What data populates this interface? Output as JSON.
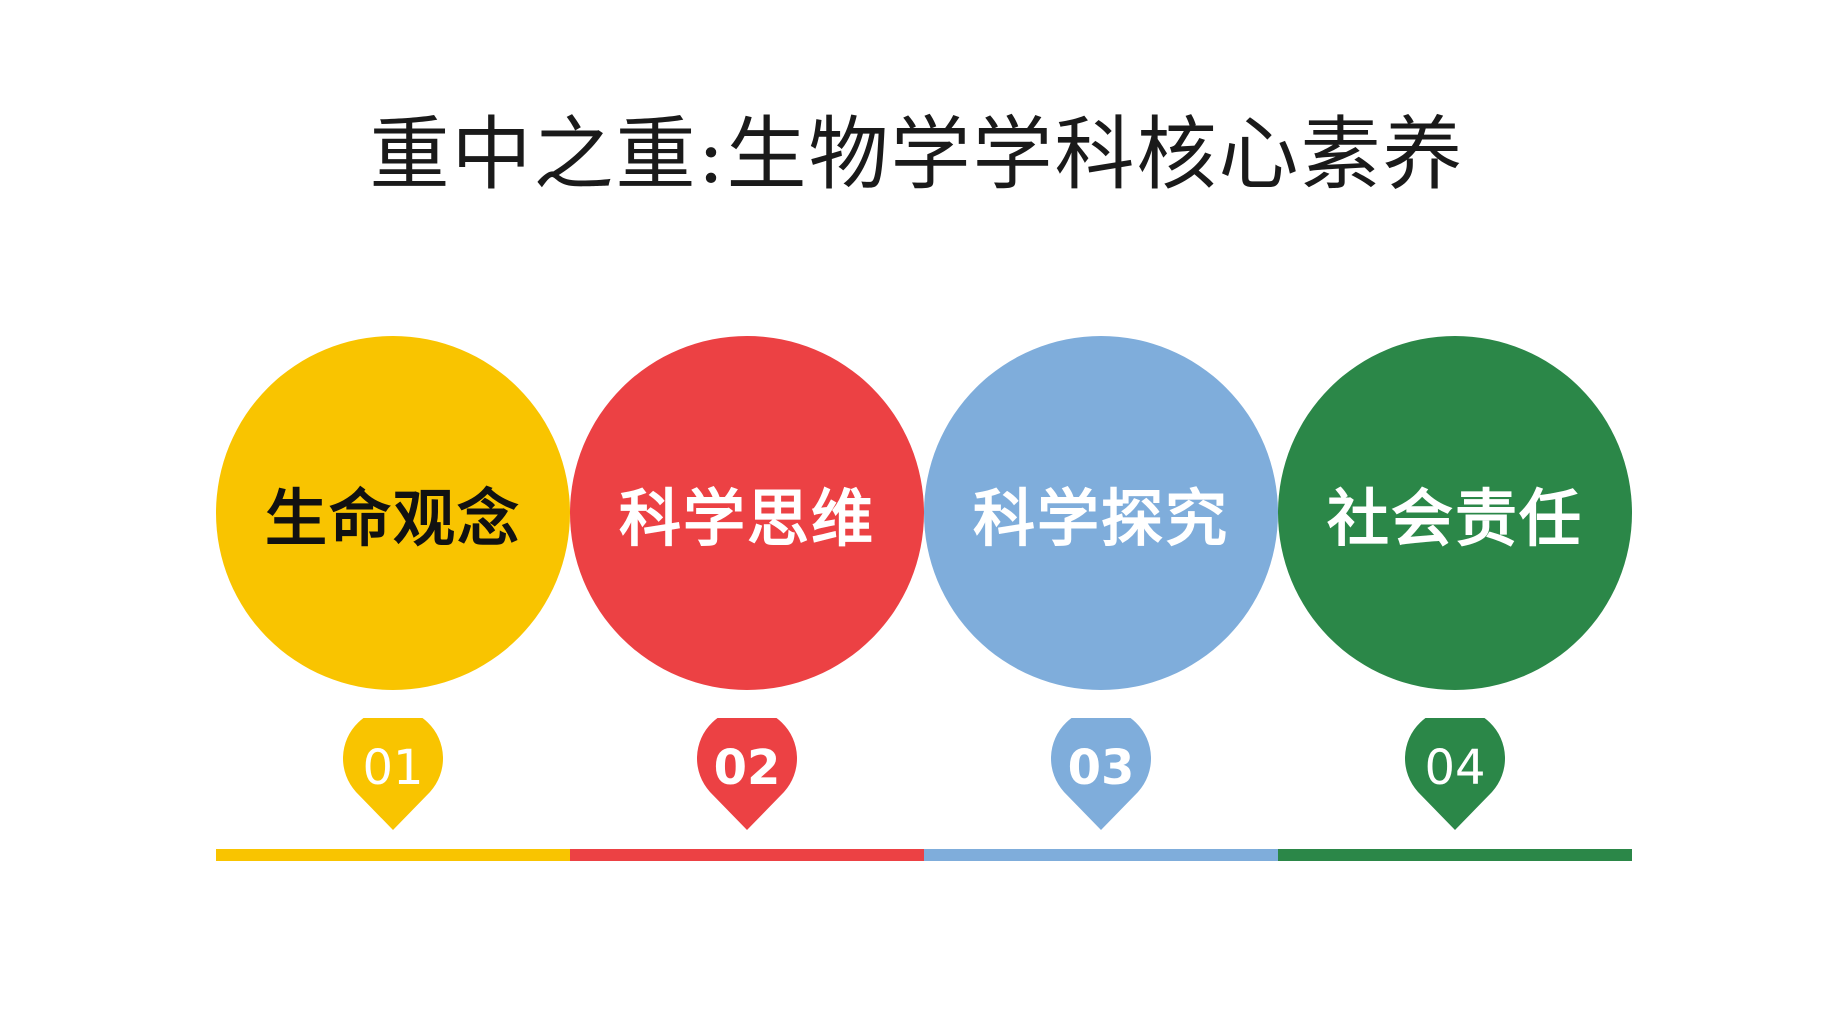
{
  "title": "重中之重:生物学学科核心素养",
  "colors": {
    "yellow": "#F9C400",
    "red": "#EC4144",
    "blue": "#7FADDB",
    "green": "#2B8748"
  },
  "items": [
    {
      "label": "生命观念",
      "number": "01",
      "color": "#F9C400",
      "label_color": "#111111",
      "number_color": "#ffffff",
      "number_weight": "normal"
    },
    {
      "label": "科学思维",
      "number": "02",
      "color": "#EC4144",
      "label_color": "#ffffff",
      "number_color": "#ffffff",
      "number_weight": "bold"
    },
    {
      "label": "科学探究",
      "number": "03",
      "color": "#7FADDB",
      "label_color": "#ffffff",
      "number_color": "#ffffff",
      "number_weight": "bold"
    },
    {
      "label": "社会责任",
      "number": "04",
      "color": "#2B8748",
      "label_color": "#ffffff",
      "number_color": "#ffffff",
      "number_weight": "normal"
    }
  ]
}
